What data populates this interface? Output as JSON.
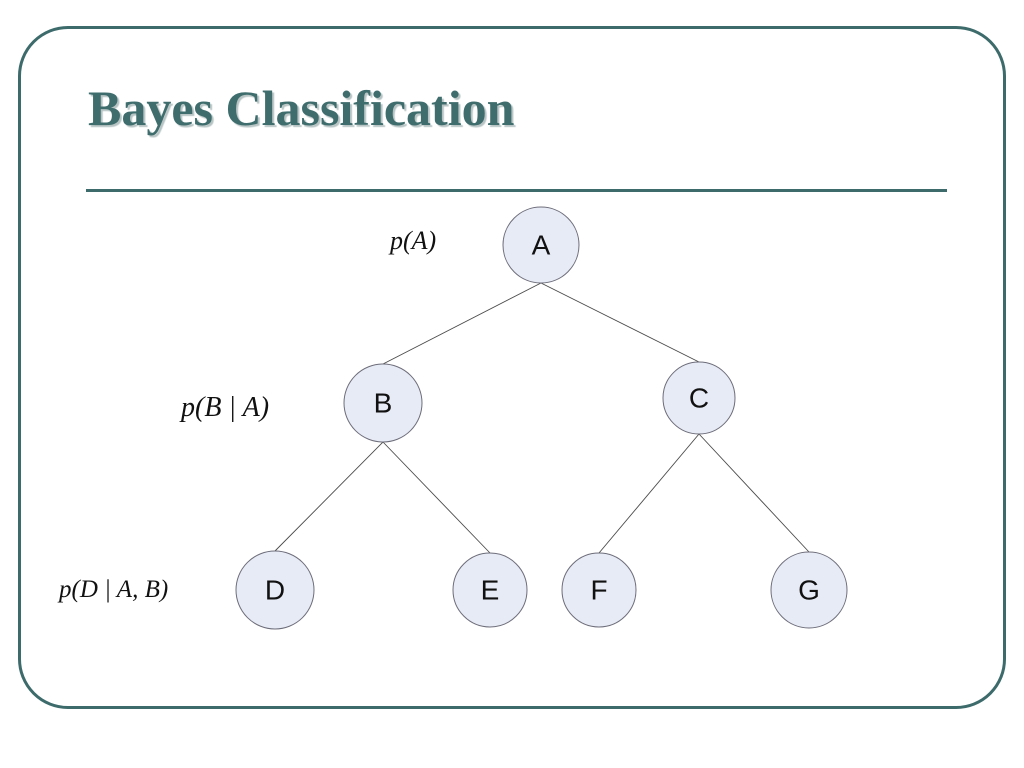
{
  "slide": {
    "title": "Bayes Classification",
    "accent_color": "#3d6b6b"
  },
  "diagram": {
    "nodes": [
      {
        "id": "A",
        "label": "A"
      },
      {
        "id": "B",
        "label": "B"
      },
      {
        "id": "C",
        "label": "C"
      },
      {
        "id": "D",
        "label": "D"
      },
      {
        "id": "E",
        "label": "E"
      },
      {
        "id": "F",
        "label": "F"
      },
      {
        "id": "G",
        "label": "G"
      }
    ],
    "edges": [
      [
        "A",
        "B"
      ],
      [
        "A",
        "C"
      ],
      [
        "B",
        "D"
      ],
      [
        "B",
        "E"
      ],
      [
        "C",
        "F"
      ],
      [
        "C",
        "G"
      ]
    ],
    "probability_labels": {
      "level1": "p(A)",
      "level2": "p(B | A)",
      "level3": "p(D | A, B)"
    }
  }
}
